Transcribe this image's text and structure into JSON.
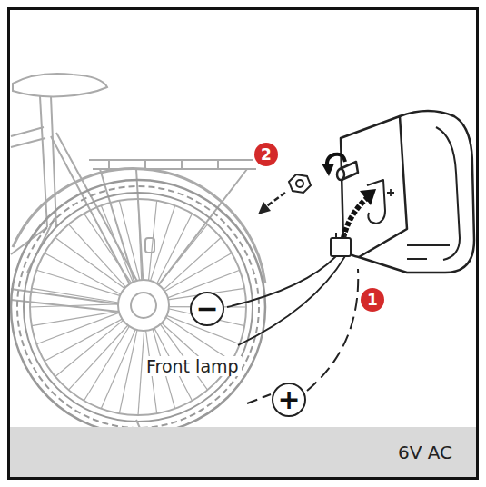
{
  "diagram": {
    "nodes": [
      {
        "text": [
          "−"
        ]
      },
      {
        "text": [
          "+"
        ]
      },
      {
        "text": [
          "6V AC"
        ]
      }
    ],
    "labels": [
      "2",
      "1",
      "Front lamp"
    ]
  }
}
